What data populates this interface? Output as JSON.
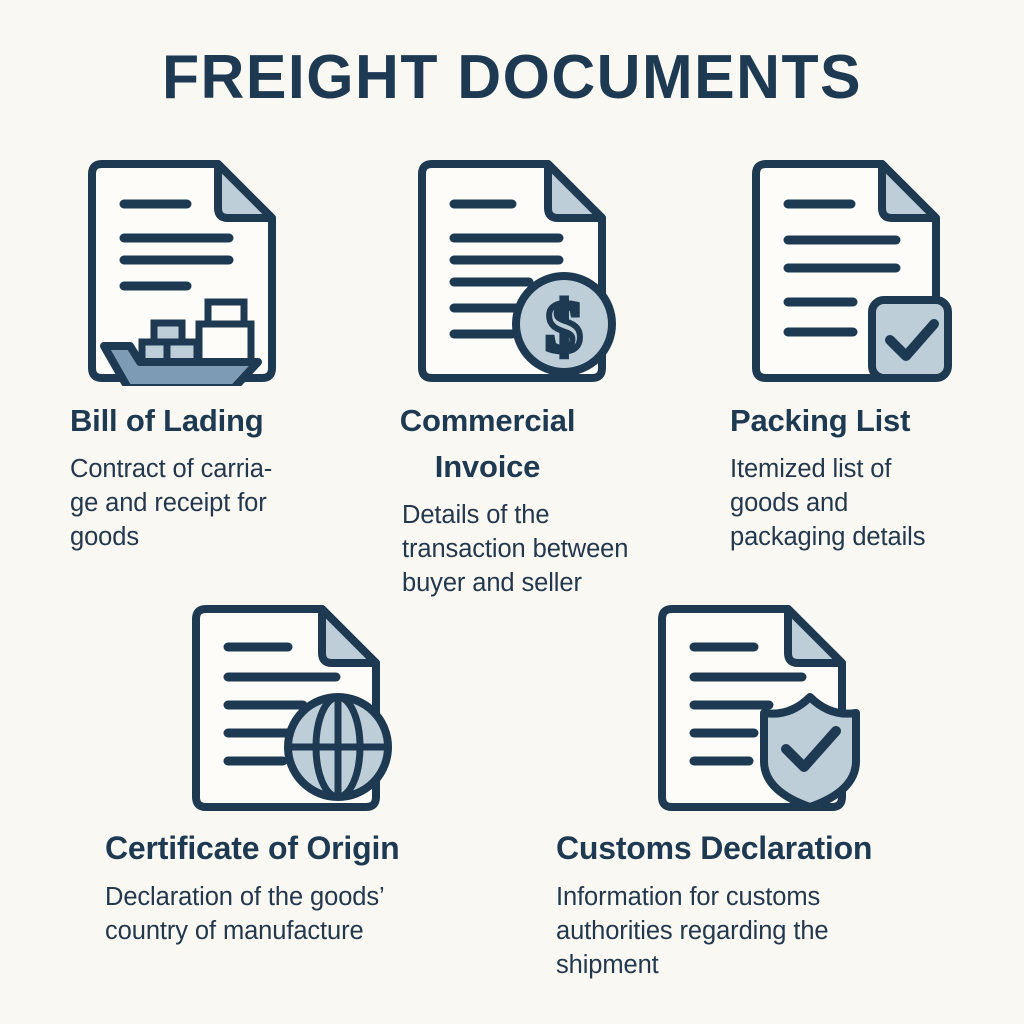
{
  "page": {
    "title": "FREIGHT DOCUMENTS",
    "background_color": "#faf8f2",
    "accent_dark": "#1e3a52",
    "accent_light": "#bdced9",
    "accent_mid": "#7e9bb5"
  },
  "cards": [
    {
      "id": "bill-of-lading",
      "title": "Bill of Lading",
      "description": "Contract of carria-\nge and receipt for\ngoods",
      "icon": "document-ship-icon"
    },
    {
      "id": "commercial-invoice",
      "title": "Commercial\nInvoice",
      "description": "Details of the\ntransaction between\nbuyer and seller",
      "icon": "document-dollar-coin-icon"
    },
    {
      "id": "packing-list",
      "title": "Packing List",
      "description": "Itemized list of\ngoods and\npackaging details",
      "icon": "document-checkbox-icon"
    },
    {
      "id": "certificate-of-origin",
      "title": "Certificate of Origin",
      "description": "Declaration of the goods’\ncountry of manufacture",
      "icon": "document-globe-icon"
    },
    {
      "id": "customs-declaration",
      "title": "Customs Declaration",
      "description": "Information for customs\nauthorities regarding the\nshipment",
      "icon": "document-shield-check-icon"
    }
  ]
}
